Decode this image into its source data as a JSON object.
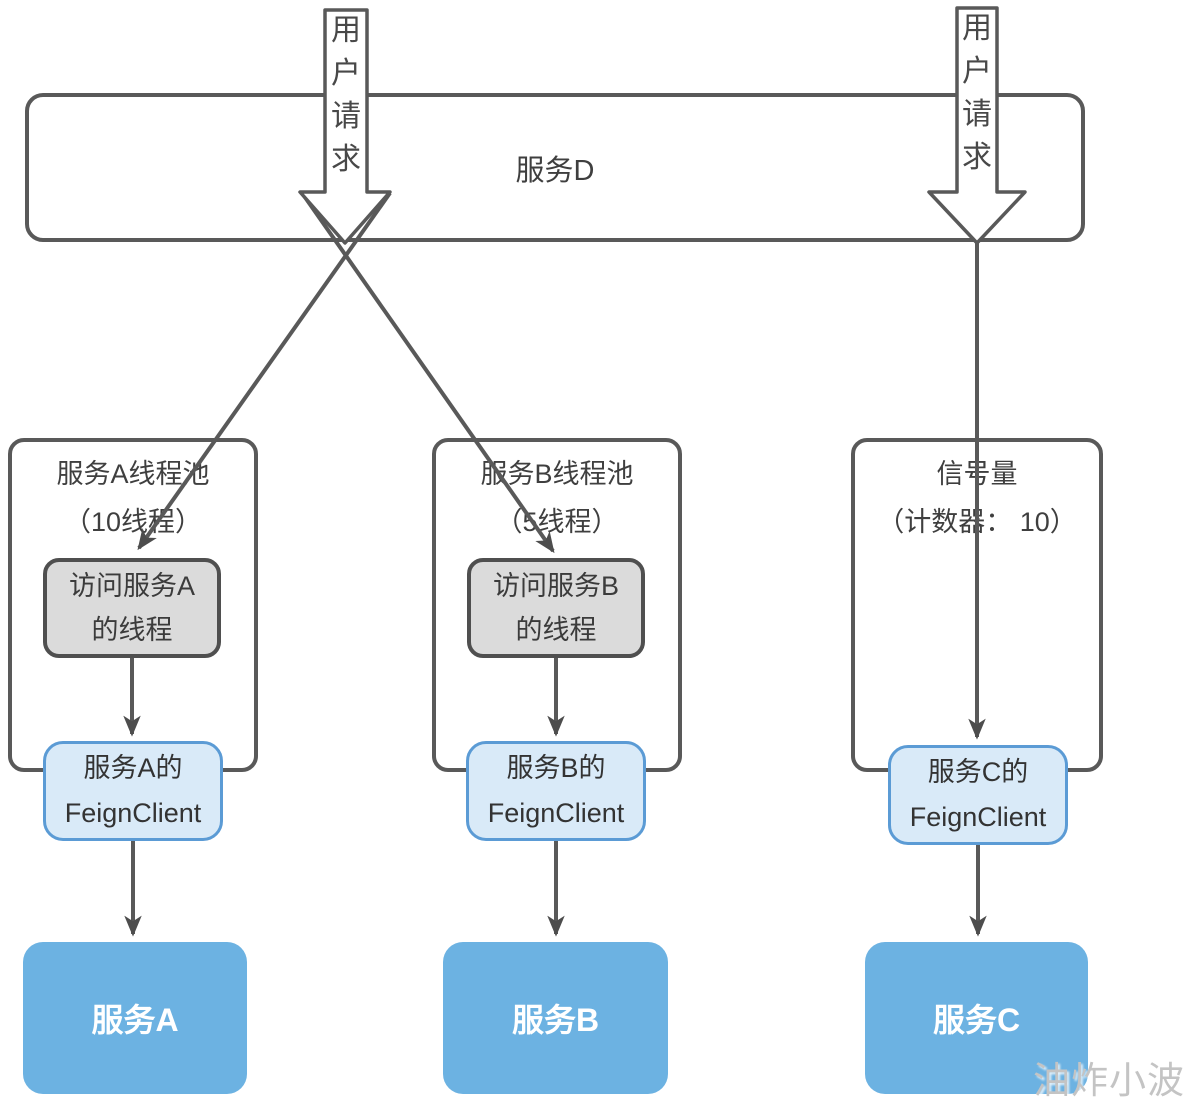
{
  "service_d": {
    "label": "服务D"
  },
  "banners": {
    "left": {
      "chars": [
        "用",
        "户",
        "请",
        "求"
      ]
    },
    "right": {
      "chars": [
        "用",
        "户",
        "请",
        "求"
      ]
    }
  },
  "columns": [
    {
      "pool_title_line1": "服务A线程池",
      "pool_title_line2": "（10线程）",
      "thread_line1": "访问服务A",
      "thread_line2": "的线程",
      "feign_line1": "服务A的",
      "feign_line2": "FeignClient",
      "service_label": "服务A"
    },
    {
      "pool_title_line1": "服务B线程池",
      "pool_title_line2": "（5线程）",
      "thread_line1": "访问服务B",
      "thread_line2": "的线程",
      "feign_line1": "服务B的",
      "feign_line2": "FeignClient",
      "service_label": "服务B"
    },
    {
      "pool_title_line1": "信号量",
      "pool_title_line2": "（计数器： 10）",
      "feign_line1": "服务C的",
      "feign_line2": "FeignClient",
      "service_label": "服务C"
    }
  ],
  "watermark": "油炸小波",
  "colors": {
    "line_gray": "#595959",
    "arrow_fill": "#4d4d4d",
    "text_dark": "#3f3f3f",
    "thread_box_fill": "#dbdbdb",
    "feign_fill": "#d9eaf8",
    "feign_border": "#5b9bd5",
    "service_fill": "#6cb2e2",
    "watermark_gray": "#c4c4c4"
  }
}
